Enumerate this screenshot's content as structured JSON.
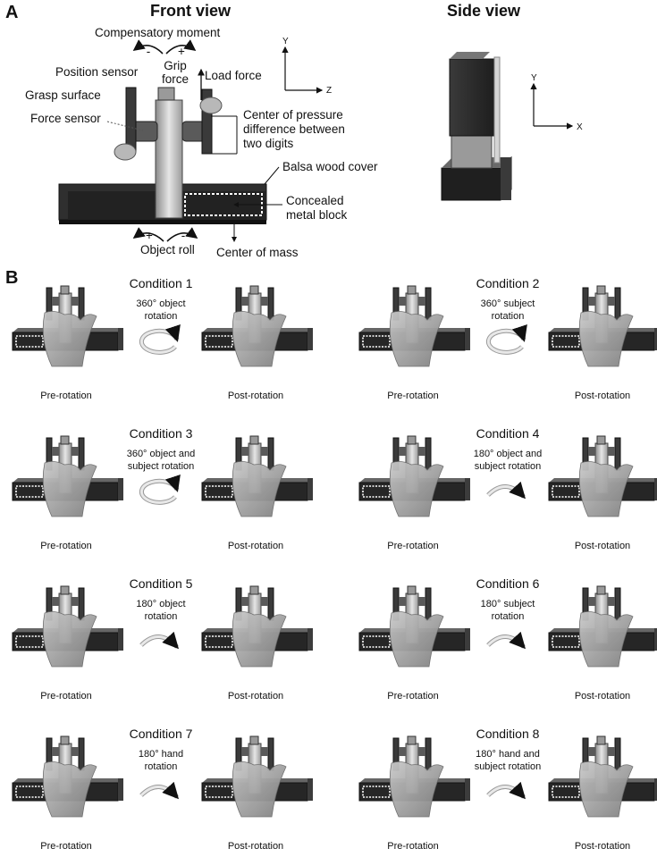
{
  "panel_a": {
    "letter": "A",
    "front_title": "Front view",
    "side_title": "Side view",
    "labels": {
      "compensatory_moment": "Compensatory moment",
      "minus": "-",
      "plus": "+",
      "position_sensor": "Position sensor",
      "grip_force_1": "Grip",
      "grip_force_2": "force",
      "load_force": "Load force",
      "grasp_surface": "Grasp surface",
      "force_sensor": "Force sensor",
      "cop_1": "Center of pressure",
      "cop_2": "difference between",
      "cop_3": "two digits",
      "balsa": "Balsa wood cover",
      "concealed_1": "Concealed",
      "concealed_2": "metal block",
      "object_roll": "Object roll",
      "center_of_mass": "Center of mass"
    },
    "front_axes": {
      "y": "Y",
      "z": "Z"
    },
    "side_axes": {
      "y": "Y",
      "x": "X"
    }
  },
  "panel_b": {
    "letter": "B",
    "conditions": [
      {
        "title": "Condition 1",
        "rotation_lines": [
          "360° object",
          "rotation"
        ],
        "pre": "Pre-rotation",
        "post": "Post-rotation",
        "arrow": "full"
      },
      {
        "title": "Condition 2",
        "rotation_lines": [
          "360° subject",
          "rotation"
        ],
        "pre": "Pre-rotation",
        "post": "Post-rotation",
        "arrow": "full"
      },
      {
        "title": "Condition 3",
        "rotation_lines": [
          "360° object and",
          "subject rotation"
        ],
        "pre": "Pre-rotation",
        "post": "Post-rotation",
        "arrow": "full"
      },
      {
        "title": "Condition 4",
        "rotation_lines": [
          "180° object and",
          "subject rotation"
        ],
        "pre": "Pre-rotation",
        "post": "Post-rotation",
        "arrow": "half"
      },
      {
        "title": "Condition 5",
        "rotation_lines": [
          "180° object",
          "rotation"
        ],
        "pre": "Pre-rotation",
        "post": "Post-rotation",
        "arrow": "half"
      },
      {
        "title": "Condition 6",
        "rotation_lines": [
          "180° subject",
          "rotation"
        ],
        "pre": "Pre-rotation",
        "post": "Post-rotation",
        "arrow": "half"
      },
      {
        "title": "Condition 7",
        "rotation_lines": [
          "180° hand",
          "rotation"
        ],
        "pre": "Pre-rotation",
        "post": "Post-rotation",
        "arrow": "half"
      },
      {
        "title": "Condition 8",
        "rotation_lines": [
          "180° hand and",
          "subject rotation"
        ],
        "pre": "Pre-rotation",
        "post": "Post-rotation",
        "arrow": "half"
      }
    ]
  },
  "colors": {
    "dark": "#2b2b2b",
    "mid": "#7a7a7a",
    "light": "#cfcfcf",
    "hand": "#9c9c9c",
    "ink": "#111111"
  }
}
